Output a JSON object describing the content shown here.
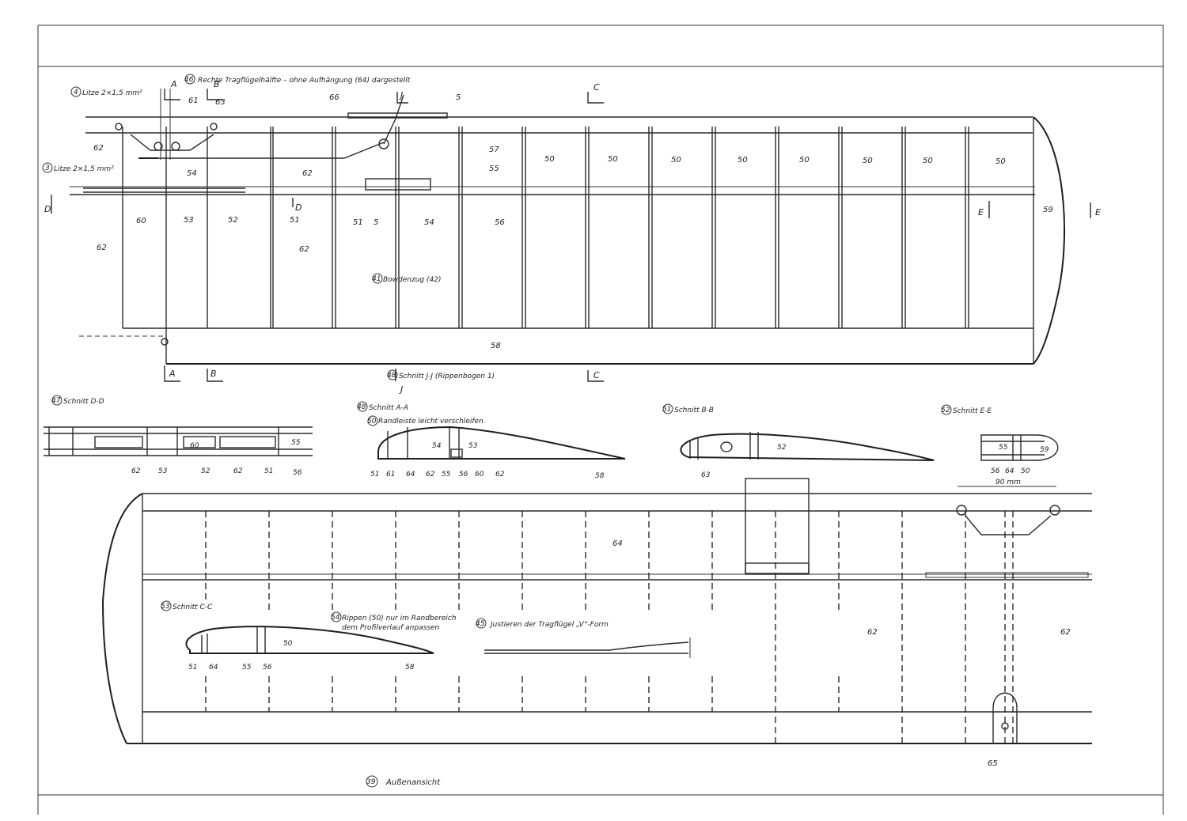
{
  "labels": {
    "title_right_half": "Rechte Tragflügelhälfte – ohne Aufhängung (64) dargestellt",
    "title_left_half": "Außenansicht",
    "litze_top": "Litze 2×1,5 mm²",
    "litze_bottom": "Litze 2×1,5 mm²",
    "schnitt_jj": "Schnitt J-J (Rippenbogen 1)",
    "schnitt_dd": "Schnitt D-D",
    "schnitt_aa": "Schnitt A-A",
    "note_aa": "Randleiste leicht verschleifen",
    "schnitt_bb": "Schnitt B-B",
    "schnitt_ee": "Schnitt E-E",
    "schnitt_cc": "Schnitt C-C",
    "note_cc_1": "Rippen (50) nur im Randbereich",
    "note_cc_2": "dem Profilverlauf anpassen",
    "v_form": "Justieren der Tragflügel „V“-Form",
    "bowden": "Bowdenzug (42)",
    "dim_90": "90 mm",
    "circ_top": "46",
    "circ_litze1": "4",
    "circ_litze2": "3",
    "circ_jj": "48",
    "circ_dd": "47",
    "circ_aa": "48",
    "circ_note_aa": "50",
    "circ_bb": "51",
    "circ_ee": "52",
    "circ_cc": "53",
    "circ_note_cc": "54",
    "circ_v": "45",
    "circ_bowden": "41",
    "circ_left": "39"
  },
  "section_marks": {
    "A": "A",
    "B": "B",
    "C": "C",
    "D": "D",
    "E": "E",
    "J": "J"
  },
  "parts": {
    "p50": "50",
    "p51": "51",
    "p52": "52",
    "p53": "53",
    "p54": "54",
    "p55": "55",
    "p56": "56",
    "p57": "57",
    "p58": "58",
    "p59": "59",
    "p5": "5",
    "p60": "60",
    "p61": "61",
    "p62": "62",
    "p63": "63",
    "p64": "64",
    "p65": "65",
    "p66": "66"
  },
  "colors": {
    "ink": "#2a2a2a",
    "paper": "#ffffff"
  }
}
